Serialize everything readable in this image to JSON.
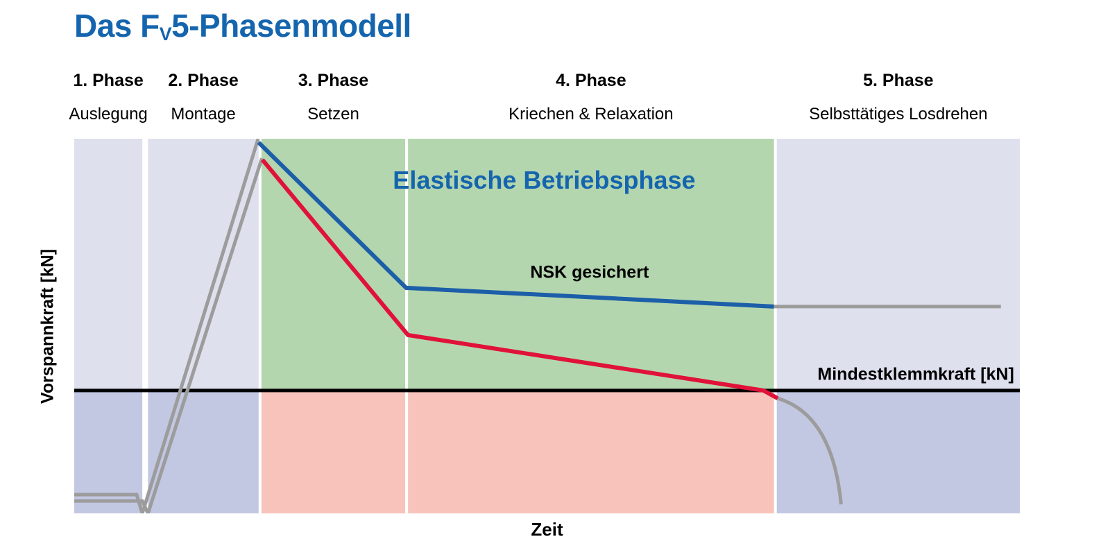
{
  "title": {
    "before_sub": "Das F",
    "subscript": "V",
    "after_sub": "5-Phasenmodell"
  },
  "axes": {
    "y_label": "Vorspannkraft [kN]",
    "x_label": "Zeit"
  },
  "chart_data": {
    "type": "line",
    "title": "Das FV5-Phasenmodell",
    "xlabel": "Zeit",
    "ylabel": "Vorspannkraft [kN]",
    "coordinate_units": "normalized 0-1, x = time fraction, y = 0 at max preload top edge, 1 at bottom; no numeric ticks shown in figure",
    "min_clamp_y": 0.672,
    "colors": {
      "title_blue": "#1565ae",
      "blue": "#1c5fa8",
      "red": "#e01239",
      "gray": "#9c9c9c",
      "black": "#000000"
    },
    "band_colors": {
      "lavender": "#dee0ee",
      "periwinkle": "#c2c7e2",
      "green": "#b4d6ae",
      "salmon": "#f7c3ba"
    },
    "phases": [
      {
        "name": "1. Phase",
        "label": "Auslegung",
        "x0": 0.0,
        "x1": 0.072,
        "above": "lavender",
        "below": "periwinkle"
      },
      {
        "name": "2. Phase",
        "label": "Montage",
        "x0": 0.078,
        "x1": 0.195,
        "above": "lavender",
        "below": "periwinkle"
      },
      {
        "name": "3. Phase",
        "label": "Setzen",
        "x0": 0.198,
        "x1": 0.35,
        "above": "green",
        "below": "salmon"
      },
      {
        "name": "4. Phase",
        "label": "Kriechen & Relaxation",
        "x0": 0.353,
        "x1": 0.74,
        "above": "green",
        "below": "salmon"
      },
      {
        "name": "5. Phase",
        "label": "Selbsttätiges Losdrehen",
        "x0": 0.743,
        "x1": 1.0,
        "above": "lavender",
        "below": "periwinkle"
      }
    ],
    "series": [
      {
        "id": "assembly-scatter-upper-gray",
        "color": "gray",
        "width": 5,
        "points": [
          [
            0.0,
            0.95
          ],
          [
            0.066,
            0.95
          ],
          [
            0.072,
            1.0
          ],
          [
            0.1945,
            0.0
          ]
        ]
      },
      {
        "id": "assembly-scatter-lower-gray",
        "color": "gray",
        "width": 5,
        "points": [
          [
            0.0,
            0.967
          ],
          [
            0.072,
            0.967
          ],
          [
            0.078,
            1.0
          ],
          [
            0.1985,
            0.052
          ]
        ]
      },
      {
        "id": "nsk-secured-blue",
        "color": "blue",
        "width": 6,
        "points": [
          [
            0.195,
            0.01
          ],
          [
            0.351,
            0.398
          ],
          [
            0.74,
            0.448
          ]
        ]
      },
      {
        "id": "secured-continuation-gray",
        "color": "gray",
        "width": 5,
        "points": [
          [
            0.74,
            0.448
          ],
          [
            0.98,
            0.448
          ]
        ]
      },
      {
        "id": "unsecured-red",
        "color": "red",
        "width": 6,
        "points": [
          [
            0.199,
            0.056
          ],
          [
            0.353,
            0.524
          ],
          [
            0.729,
            0.672
          ],
          [
            0.744,
            0.693
          ]
        ]
      },
      {
        "id": "self-loosening-drop-gray",
        "color": "gray",
        "width": 5,
        "curve": "quadratic",
        "points": [
          [
            0.744,
            0.693
          ],
          [
            0.802,
            0.737
          ],
          [
            0.811,
            0.976
          ]
        ]
      }
    ],
    "annotations": [
      {
        "id": "elastische-betriebsphase",
        "text": "Elastische Betriebsphase",
        "x": 0.497,
        "y": 0.112,
        "align": "center",
        "color": "blue",
        "size": 36,
        "bold": true
      },
      {
        "id": "nsk-gesichert",
        "text": "NSK gesichert",
        "x": 0.545,
        "y": 0.357,
        "align": "center",
        "color": "black",
        "size": 25,
        "bold": true
      },
      {
        "id": "mindestklemmkraft",
        "text": "Mindestklemmkraft [kN]",
        "x": 0.994,
        "y": 0.63,
        "align": "right",
        "color": "black",
        "size": 25,
        "bold": true
      }
    ]
  }
}
